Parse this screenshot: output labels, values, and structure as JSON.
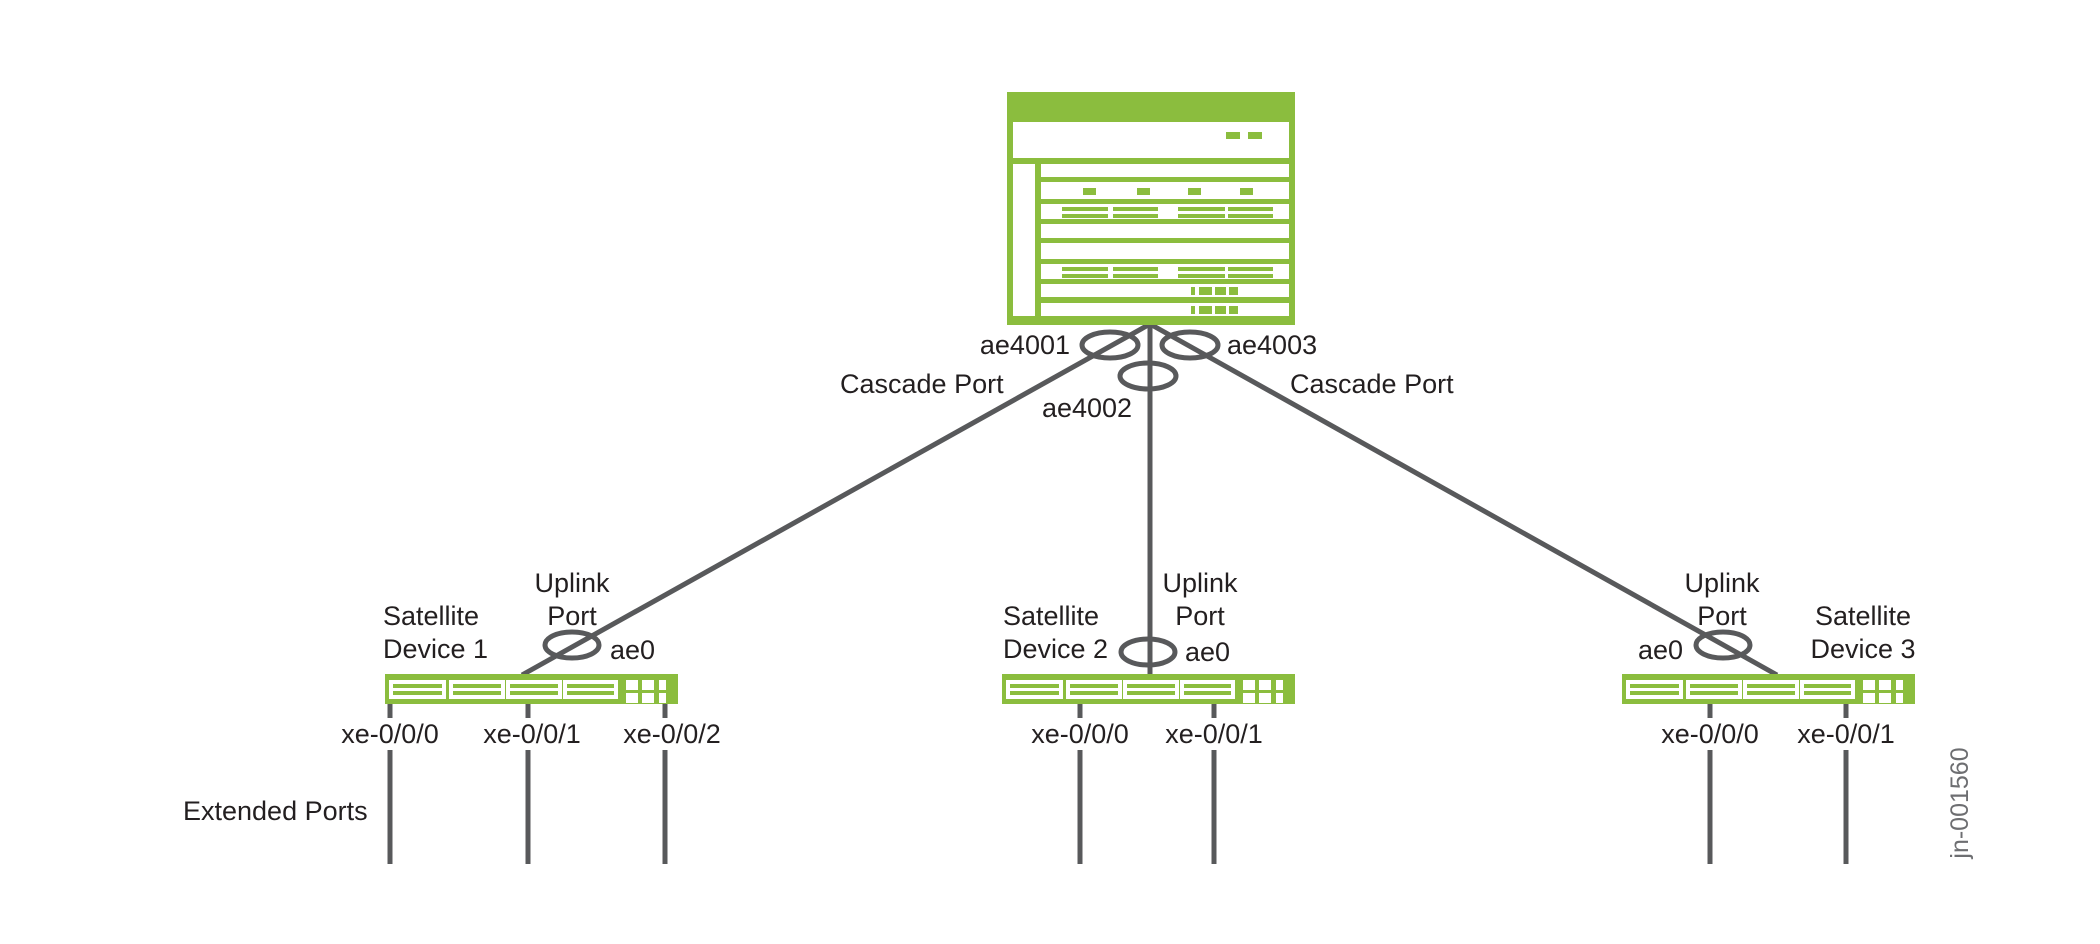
{
  "figure_id": "jn-001560",
  "colors": {
    "brand_green": "#8bbd3e",
    "line_gray": "#58595b",
    "text": "#231f20",
    "figure_id_gray": "#6d6e71",
    "background": "#ffffff"
  },
  "aggregation_device": {
    "cascade_port_left_label": "Cascade Port",
    "cascade_port_right_label": "Cascade Port",
    "cascade_interface_1": "ae4001",
    "cascade_interface_2": "ae4002",
    "cascade_interface_3": "ae4003"
  },
  "extended_ports_label": "Extended Ports",
  "satellites": [
    {
      "name_line1": "Satellite",
      "name_line2": "Device 1",
      "uplink_label_line1": "Uplink",
      "uplink_label_line2": "Port",
      "uplink_interface": "ae0",
      "extended_ports": [
        "xe-0/0/0",
        "xe-0/0/1",
        "xe-0/0/2"
      ]
    },
    {
      "name_line1": "Satellite",
      "name_line2": "Device 2",
      "uplink_label_line1": "Uplink",
      "uplink_label_line2": "Port",
      "uplink_interface": "ae0",
      "extended_ports": [
        "xe-0/0/0",
        "xe-0/0/1"
      ]
    },
    {
      "name_line1": "Satellite",
      "name_line2": "Device 3",
      "uplink_label_line1": "Uplink",
      "uplink_label_line2": "Port",
      "uplink_interface": "ae0",
      "extended_ports": [
        "xe-0/0/0",
        "xe-0/0/1"
      ]
    }
  ]
}
